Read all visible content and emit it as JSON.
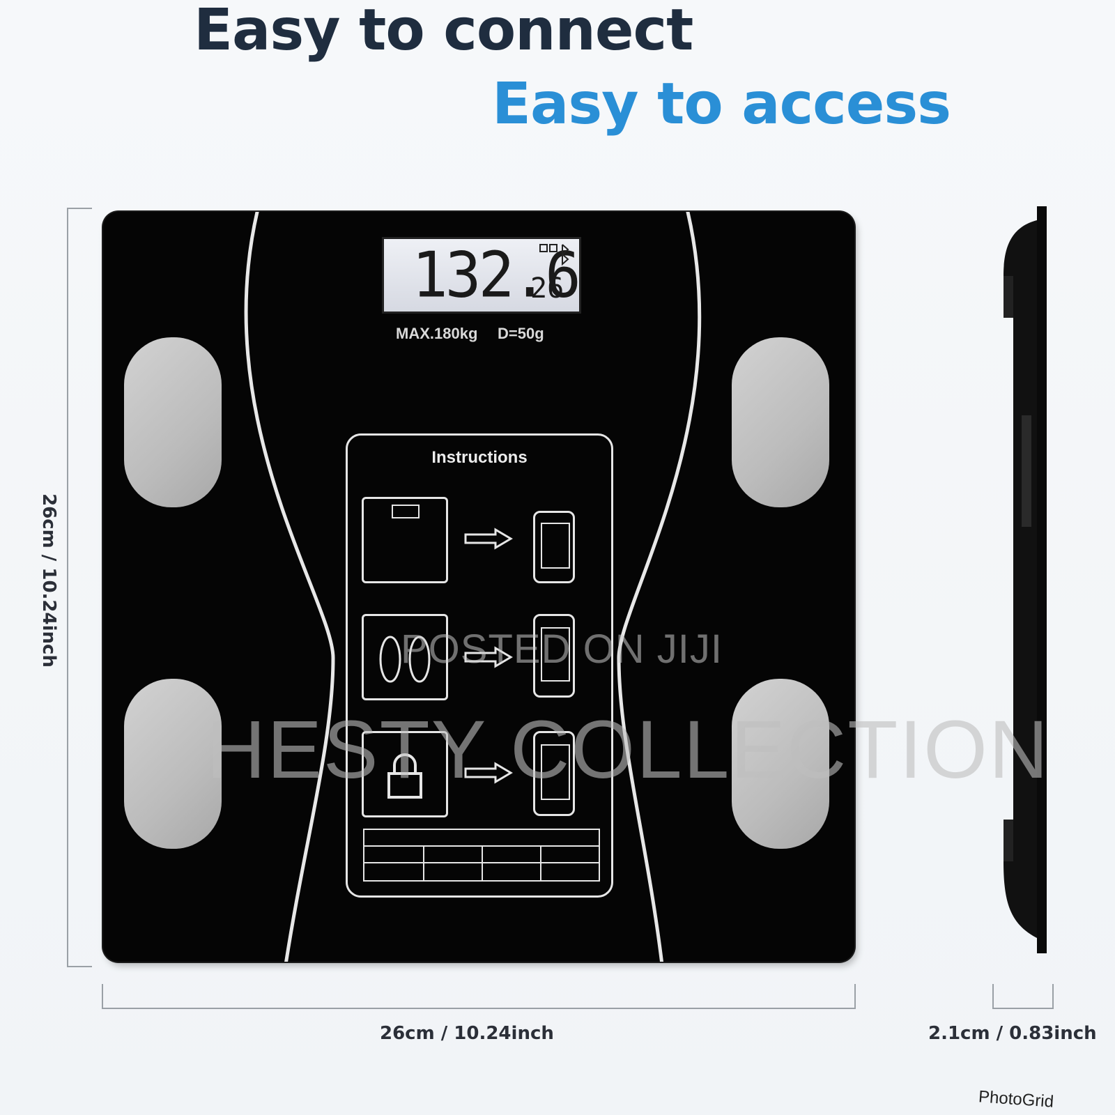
{
  "headline": {
    "line1": "Easy to connect",
    "line2": "Easy to access"
  },
  "display": {
    "weight": "132.6",
    "small_reading": "26"
  },
  "specs": {
    "max": "MAX.180kg",
    "division": "D=50g"
  },
  "instructions": {
    "title": "Instructions"
  },
  "dimensions": {
    "height": "26cm / 10.24inch",
    "width": "26cm / 10.24inch",
    "depth": "2.1cm / 0.83inch"
  },
  "watermarks": {
    "line1": "POSTED ON JIJI",
    "line2": "HESTY COLLECTION"
  },
  "badge": "PhotoGrid",
  "colors": {
    "headline_dark": "#1f2d3f",
    "headline_blue": "#2a8fd6",
    "scale_body": "#050505",
    "electrode": "#c4c4c4"
  }
}
